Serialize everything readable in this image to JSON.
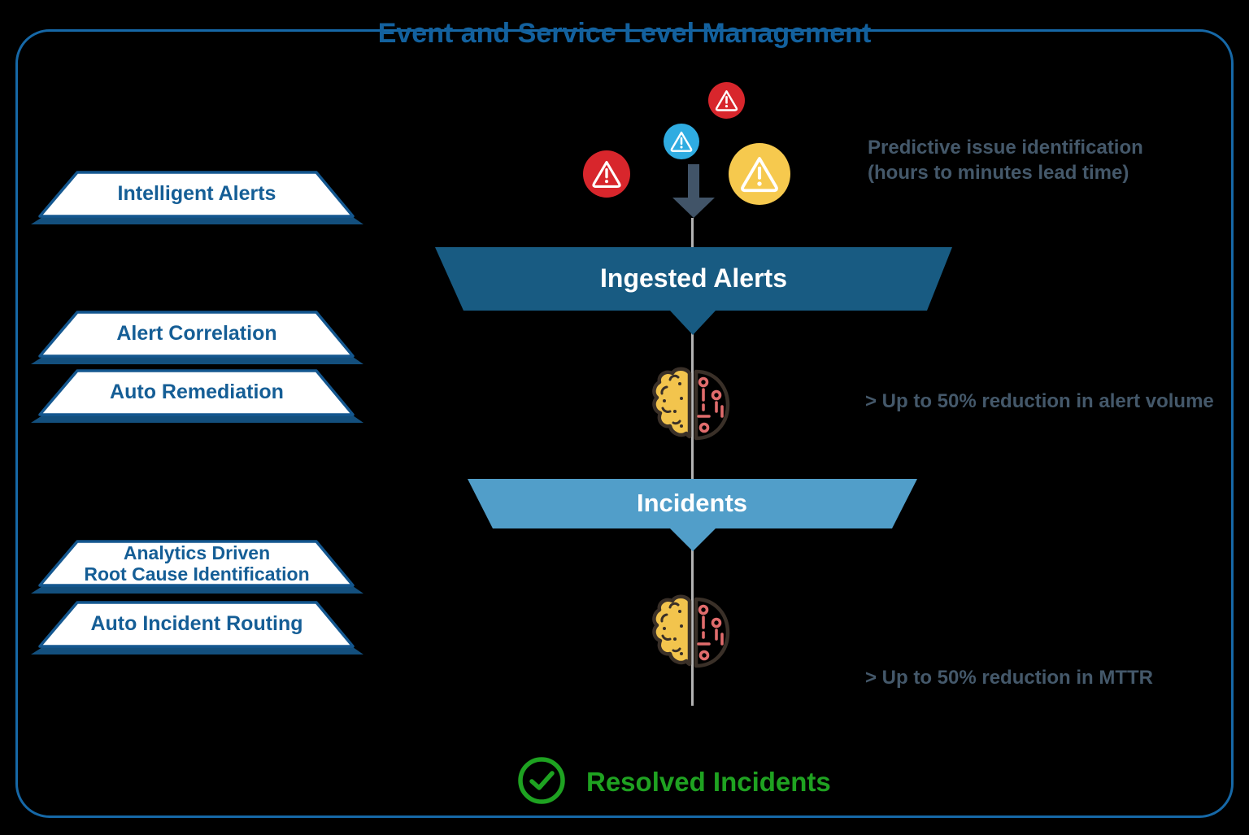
{
  "title": "Event and Service Level Management",
  "left_steps": [
    {
      "lines": [
        "Intelligent Alerts"
      ]
    },
    {
      "lines": [
        "Alert Correlation"
      ]
    },
    {
      "lines": [
        "Auto Remediation"
      ]
    },
    {
      "lines": [
        "Analytics Driven",
        "Root Cause Identification"
      ]
    },
    {
      "lines": [
        "Auto Incident Routing"
      ]
    }
  ],
  "center_flow": {
    "ingested_label": "Ingested Alerts",
    "incidents_label": "Incidents",
    "resolved_label": "Resolved Incidents"
  },
  "annotations": {
    "predictive_line1": "Predictive issue identification",
    "predictive_line2": "(hours to minutes lead time)",
    "alert_volume": "> Up to 50% reduction in alert volume",
    "mttr": "> Up to 50% reduction in MTTR"
  },
  "icons": {
    "alert_small": "warning-triangle-red-small",
    "alert_blue": "warning-triangle-blue",
    "alert_red": "warning-triangle-red",
    "alert_yellow": "warning-triangle-yellow",
    "flow_arrow": "arrow-down",
    "ai_brain": "brain-half-circuit",
    "resolved_check": "check-circle"
  },
  "colors": {
    "frame_border": "#1668A7",
    "title_text": "#13619E",
    "step_border": "#14578F",
    "step_bar": "#134F7D",
    "step_text": "#155E96",
    "banner_dark": "#185B82",
    "banner_light": "#519EC9",
    "annotation_text": "#44586A",
    "arrow_slate": "#415468",
    "connector_gray": "#B3B3B3",
    "alert_red": "#D8262C",
    "alert_blue": "#2FACE1",
    "alert_yellow": "#F6C94E",
    "success_green": "#1EA221",
    "brain_yellow": "#F2C44D",
    "brain_outline": "#3A3028",
    "brain_circuit": "#E06C6C"
  }
}
